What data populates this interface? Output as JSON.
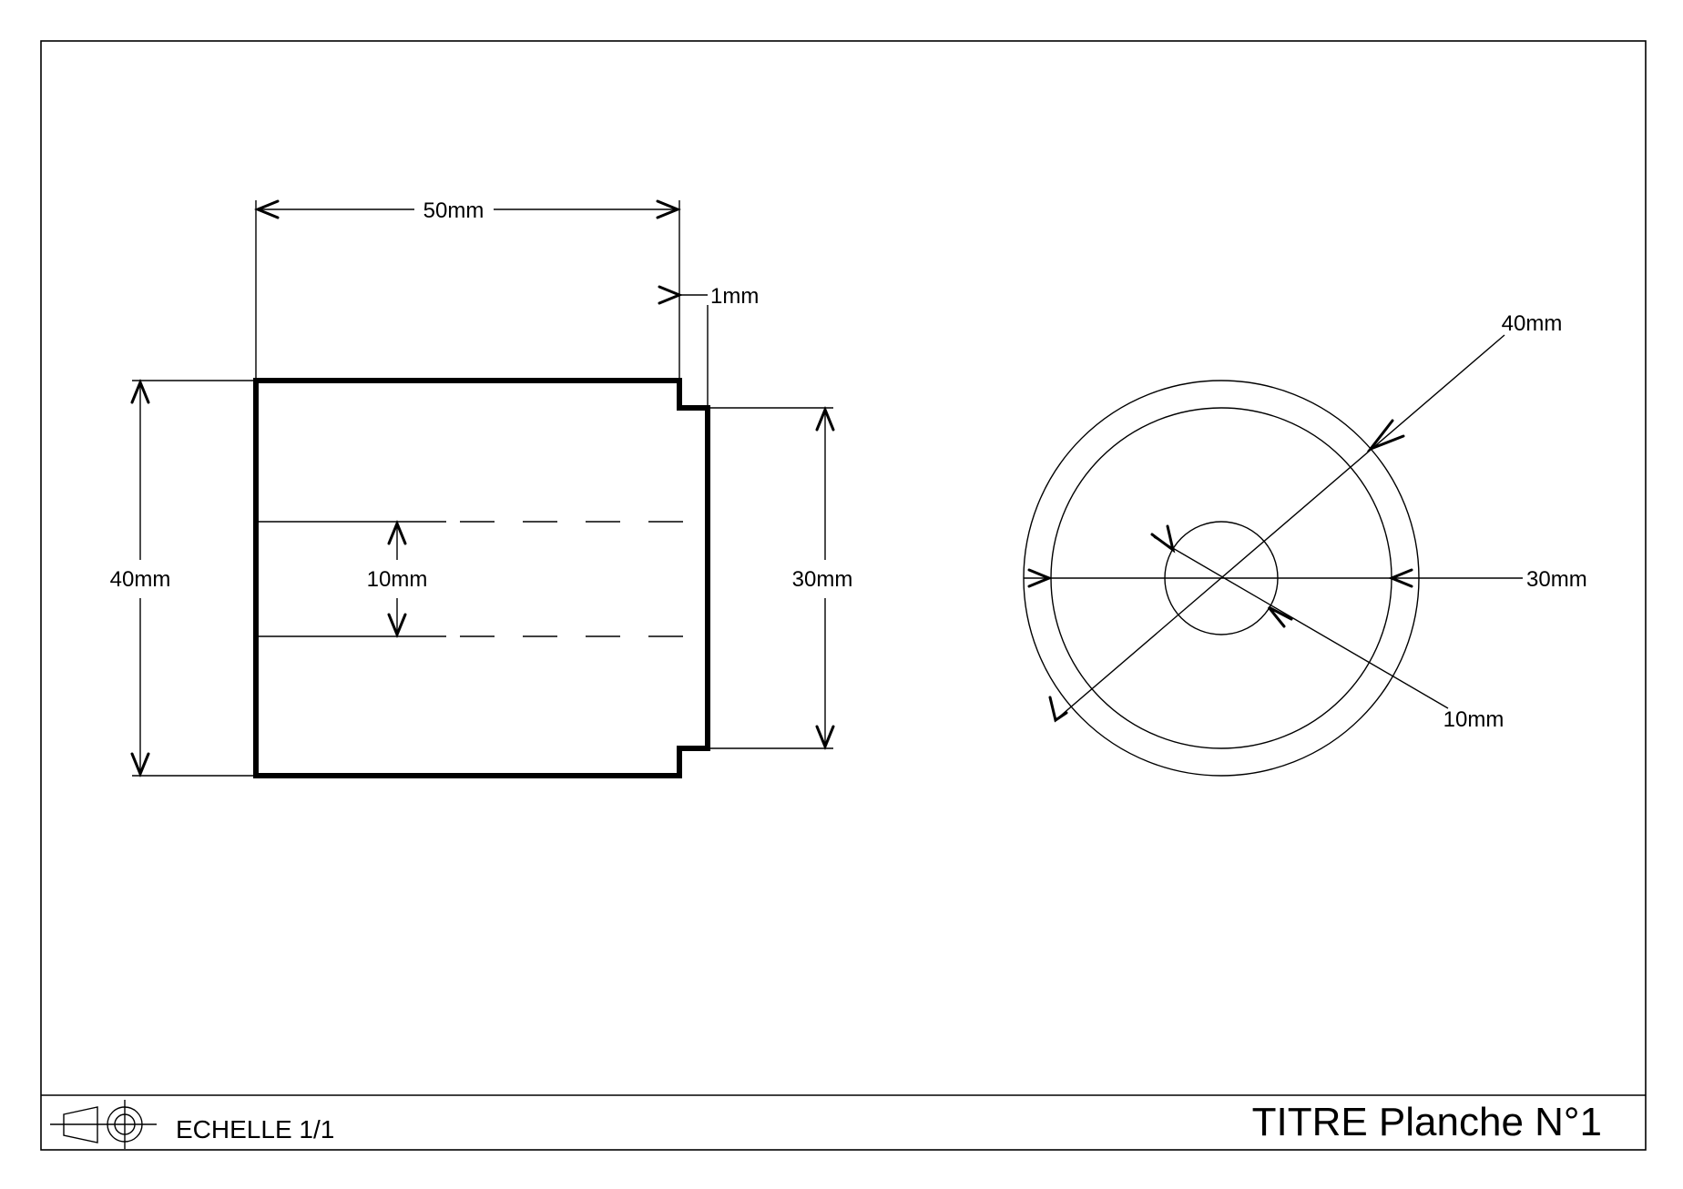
{
  "title_block": {
    "title": "TITRE Planche N°1",
    "scale": "ECHELLE 1/1",
    "projection_symbol": "first-angle-projection-icon"
  },
  "side_view": {
    "dimensions": {
      "length": "50mm",
      "shoulder": "1mm",
      "outer_height": "40mm",
      "bore": "10mm",
      "step_height": "30mm"
    }
  },
  "end_view": {
    "dimensions": {
      "outer_diameter": "40mm",
      "middle_diameter": "30mm",
      "bore_diameter": "10mm"
    }
  }
}
